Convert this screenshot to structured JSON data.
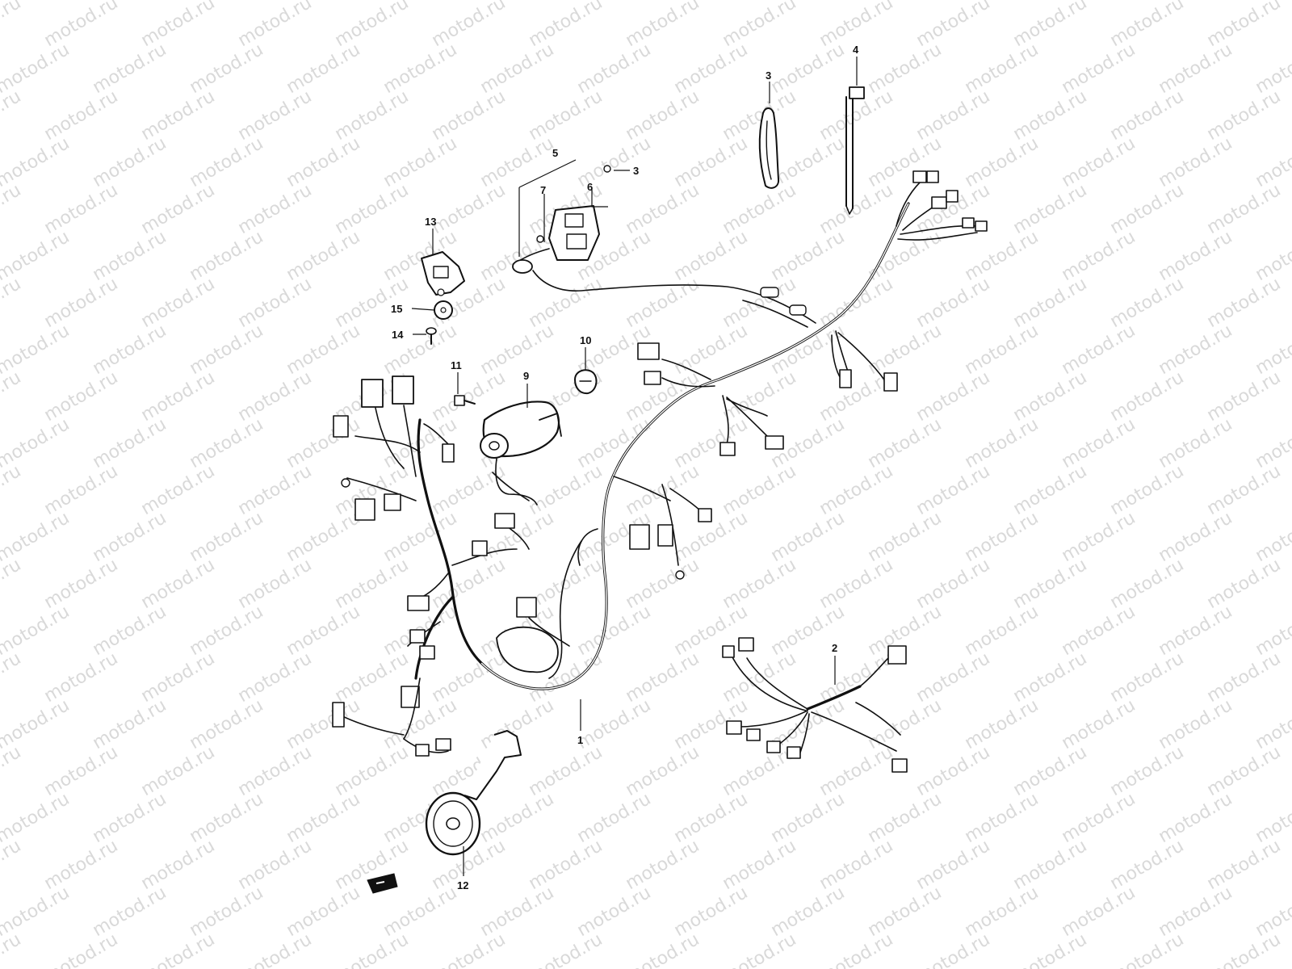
{
  "watermark": {
    "text": "motod.ru"
  },
  "callouts": [
    {
      "id": "1",
      "label": "1"
    },
    {
      "id": "2",
      "label": "2"
    },
    {
      "id": "3a",
      "label": "3"
    },
    {
      "id": "3b",
      "label": "3"
    },
    {
      "id": "4",
      "label": "4"
    },
    {
      "id": "5",
      "label": "5"
    },
    {
      "id": "6",
      "label": "6"
    },
    {
      "id": "7",
      "label": "7"
    },
    {
      "id": "9",
      "label": "9"
    },
    {
      "id": "10",
      "label": "10"
    },
    {
      "id": "11",
      "label": "11"
    },
    {
      "id": "12",
      "label": "12"
    },
    {
      "id": "13",
      "label": "13"
    },
    {
      "id": "14",
      "label": "14"
    },
    {
      "id": "15",
      "label": "15"
    }
  ]
}
